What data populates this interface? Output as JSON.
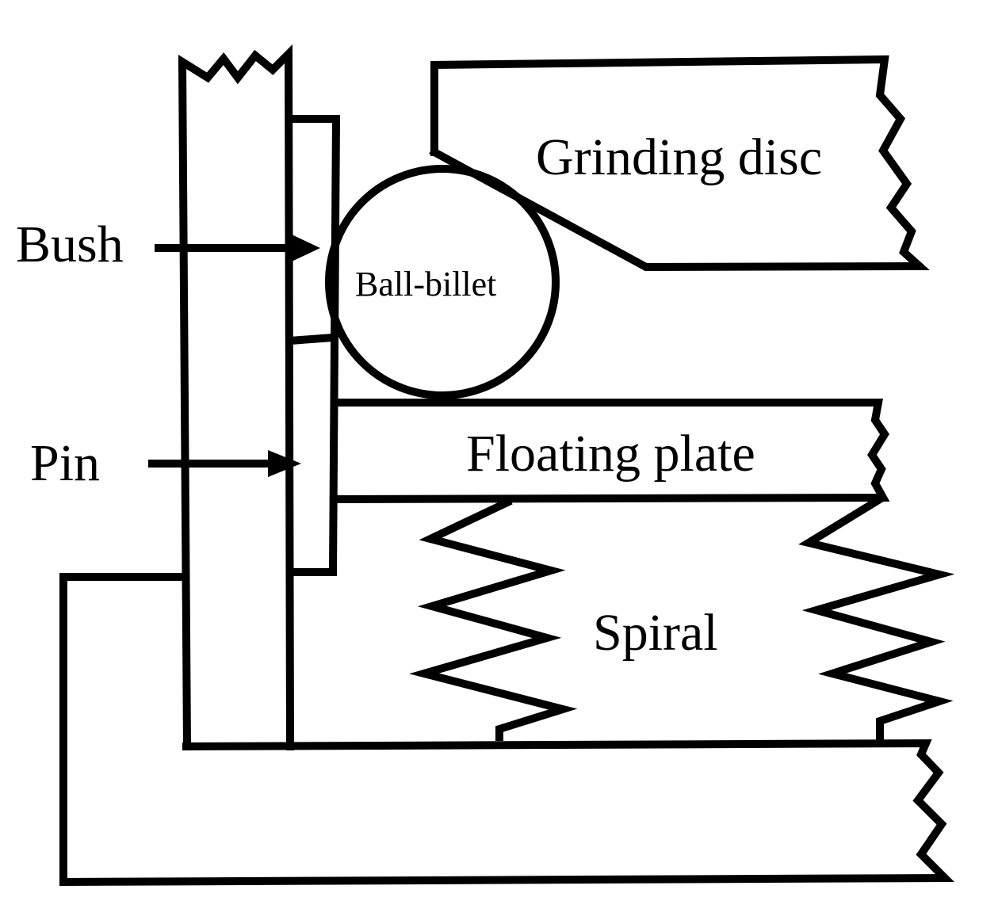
{
  "labels": {
    "grinding_disc": "Grinding disc",
    "bush": "Bush",
    "ball_billet": "Ball-billet",
    "floating_plate": "Floating plate",
    "pin": "Pin",
    "spiral": "Spiral"
  },
  "colors": {
    "stroke": "#000000",
    "background": "#ffffff"
  }
}
